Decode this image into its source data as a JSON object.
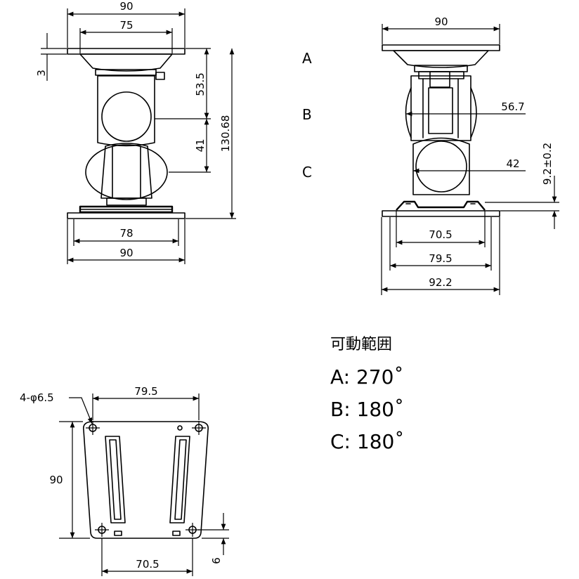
{
  "front_view": {
    "top_width": "90",
    "plate_width": "75",
    "plate_thickness": "3",
    "upper_height": "53.5",
    "lower_height": "41",
    "total_height": "130.68",
    "bottom_inner": "78",
    "bottom_width": "90"
  },
  "side_view": {
    "top_width": "90",
    "row_a": "A",
    "row_b": "B",
    "row_c": "C",
    "b_diameter": "56.7",
    "c_diameter": "42",
    "base_height": "9.2±0.2",
    "width_1": "70.5",
    "width_2": "79.5",
    "width_3": "92.2"
  },
  "plate_view": {
    "holes": "4-φ6.5",
    "top_span": "79.5",
    "height": "90",
    "bottom_span": "70.5",
    "edge_offset": "6"
  },
  "range": {
    "title": "可動範囲",
    "a": "A: 270˚",
    "b": "B: 180˚",
    "c": "C: 180˚"
  }
}
